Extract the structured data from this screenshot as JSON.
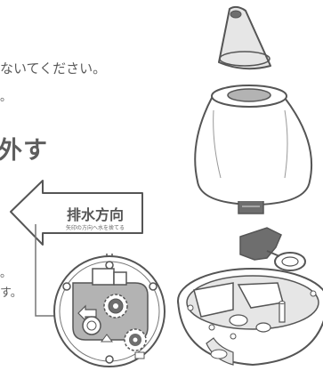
{
  "text": {
    "line1": "ないてください。",
    "line2": "。",
    "heading": "外す",
    "line4": "。",
    "line5": "す。"
  },
  "arrow": {
    "title": "排水方向",
    "subtitle": "矢印の方向へ水を捨てる"
  },
  "colors": {
    "outline": "#555555",
    "gray_fill": "#b3b3b3",
    "dark_fill": "#6e6e6e",
    "light_fill": "#e6e6e6"
  }
}
